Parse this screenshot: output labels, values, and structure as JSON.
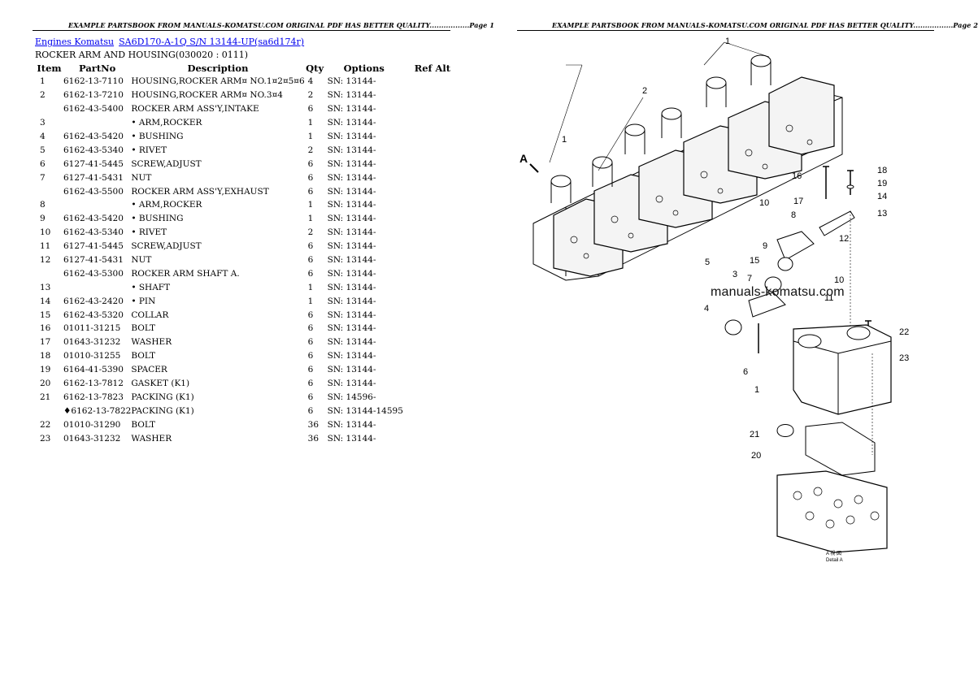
{
  "page_headers": {
    "left": "EXAMPLE PARTSBOOK FROM MANUALS-KOMATSU.COM ORIGINAL PDF HAS BETTER QUALITY.................Page 1",
    "right": "EXAMPLE PARTSBOOK FROM MANUALS-KOMATSU.COM ORIGINAL PDF HAS BETTER QUALITY.................Page 2"
  },
  "breadcrumb": {
    "link1": "Engines Komatsu",
    "link2": "SA6D170-A-1Q S/N 13144-UP(sa6d174r)"
  },
  "section_title": "ROCKER ARM AND HOUSING(030020 : 0111)",
  "table": {
    "headers": [
      "Item",
      "PartNo",
      "Description",
      "Qty",
      "Options",
      "Ref Alt"
    ],
    "rows": [
      {
        "item": "1",
        "partno": "6162-13-7110",
        "desc": "HOUSING,ROCKER ARM¤ NO.1¤2¤5¤6",
        "qty": "4",
        "options": "SN: 13144-"
      },
      {
        "item": "2",
        "partno": "6162-13-7210",
        "desc": "HOUSING,ROCKER ARM¤ NO.3¤4",
        "qty": "2",
        "options": "SN: 13144-"
      },
      {
        "item": "",
        "partno": "6162-43-5400",
        "desc": "ROCKER ARM ASS'Y,INTAKE",
        "qty": "6",
        "options": "SN: 13144-"
      },
      {
        "item": "3",
        "partno": "",
        "desc": "• ARM,ROCKER",
        "qty": "1",
        "options": "SN: 13144-"
      },
      {
        "item": "4",
        "partno": "6162-43-5420",
        "desc": "• BUSHING",
        "qty": "1",
        "options": "SN: 13144-"
      },
      {
        "item": "5",
        "partno": "6162-43-5340",
        "desc": "• RIVET",
        "qty": "2",
        "options": "SN: 13144-"
      },
      {
        "item": "6",
        "partno": "6127-41-5445",
        "desc": "SCREW,ADJUST",
        "qty": "6",
        "options": "SN: 13144-"
      },
      {
        "item": "7",
        "partno": "6127-41-5431",
        "desc": "NUT",
        "qty": "6",
        "options": "SN: 13144-"
      },
      {
        "item": "",
        "partno": "6162-43-5500",
        "desc": "ROCKER ARM ASS'Y,EXHAUST",
        "qty": "6",
        "options": "SN: 13144-"
      },
      {
        "item": "8",
        "partno": "",
        "desc": "• ARM,ROCKER",
        "qty": "1",
        "options": "SN: 13144-"
      },
      {
        "item": "9",
        "partno": "6162-43-5420",
        "desc": "• BUSHING",
        "qty": "1",
        "options": "SN: 13144-"
      },
      {
        "item": "10",
        "partno": "6162-43-5340",
        "desc": "• RIVET",
        "qty": "2",
        "options": "SN: 13144-"
      },
      {
        "item": "11",
        "partno": "6127-41-5445",
        "desc": "SCREW,ADJUST",
        "qty": "6",
        "options": "SN: 13144-"
      },
      {
        "item": "12",
        "partno": "6127-41-5431",
        "desc": "NUT",
        "qty": "6",
        "options": "SN: 13144-"
      },
      {
        "item": "",
        "partno": "6162-43-5300",
        "desc": "ROCKER ARM SHAFT A.",
        "qty": "6",
        "options": "SN: 13144-"
      },
      {
        "item": "13",
        "partno": "",
        "desc": "• SHAFT",
        "qty": "1",
        "options": "SN: 13144-"
      },
      {
        "item": "14",
        "partno": "6162-43-2420",
        "desc": "• PIN",
        "qty": "1",
        "options": "SN: 13144-"
      },
      {
        "item": "15",
        "partno": "6162-43-5320",
        "desc": "COLLAR",
        "qty": "6",
        "options": "SN: 13144-"
      },
      {
        "item": "16",
        "partno": "01011-31215",
        "desc": "BOLT",
        "qty": "6",
        "options": "SN: 13144-"
      },
      {
        "item": "17",
        "partno": "01643-31232",
        "desc": "WASHER",
        "qty": "6",
        "options": "SN: 13144-"
      },
      {
        "item": "18",
        "partno": "01010-31255",
        "desc": "BOLT",
        "qty": "6",
        "options": "SN: 13144-"
      },
      {
        "item": "19",
        "partno": "6164-41-5390",
        "desc": "SPACER",
        "qty": "6",
        "options": "SN: 13144-"
      },
      {
        "item": "20",
        "partno": "6162-13-7812",
        "desc": "GASKET (K1)",
        "qty": "6",
        "options": "SN: 13144-"
      },
      {
        "item": "21",
        "partno": "6162-13-7823",
        "desc": "PACKING (K1)",
        "qty": "6",
        "options": "SN: 14596-"
      },
      {
        "item": "",
        "partno": "♦6162-13-7822",
        "desc": "PACKING (K1)",
        "qty": "6",
        "options": "SN: 13144-14595"
      },
      {
        "item": "22",
        "partno": "01010-31290",
        "desc": "BOLT",
        "qty": "36",
        "options": "SN: 13144-"
      },
      {
        "item": "23",
        "partno": "01643-31232",
        "desc": "WASHER",
        "qty": "36",
        "options": "SN: 13144-"
      }
    ]
  },
  "diagram": {
    "watermark": "manuals-komatsu.com",
    "view_label": "A",
    "detail_caption": "A 視 図",
    "detail_caption2": "Detail A",
    "callouts": [
      "1",
      "2",
      "1",
      "18",
      "16",
      "19",
      "14",
      "17",
      "13",
      "10",
      "8",
      "12",
      "9",
      "5",
      "3",
      "15",
      "7",
      "10",
      "4",
      "11",
      "22",
      "6",
      "23",
      "1",
      "21",
      "20"
    ]
  }
}
